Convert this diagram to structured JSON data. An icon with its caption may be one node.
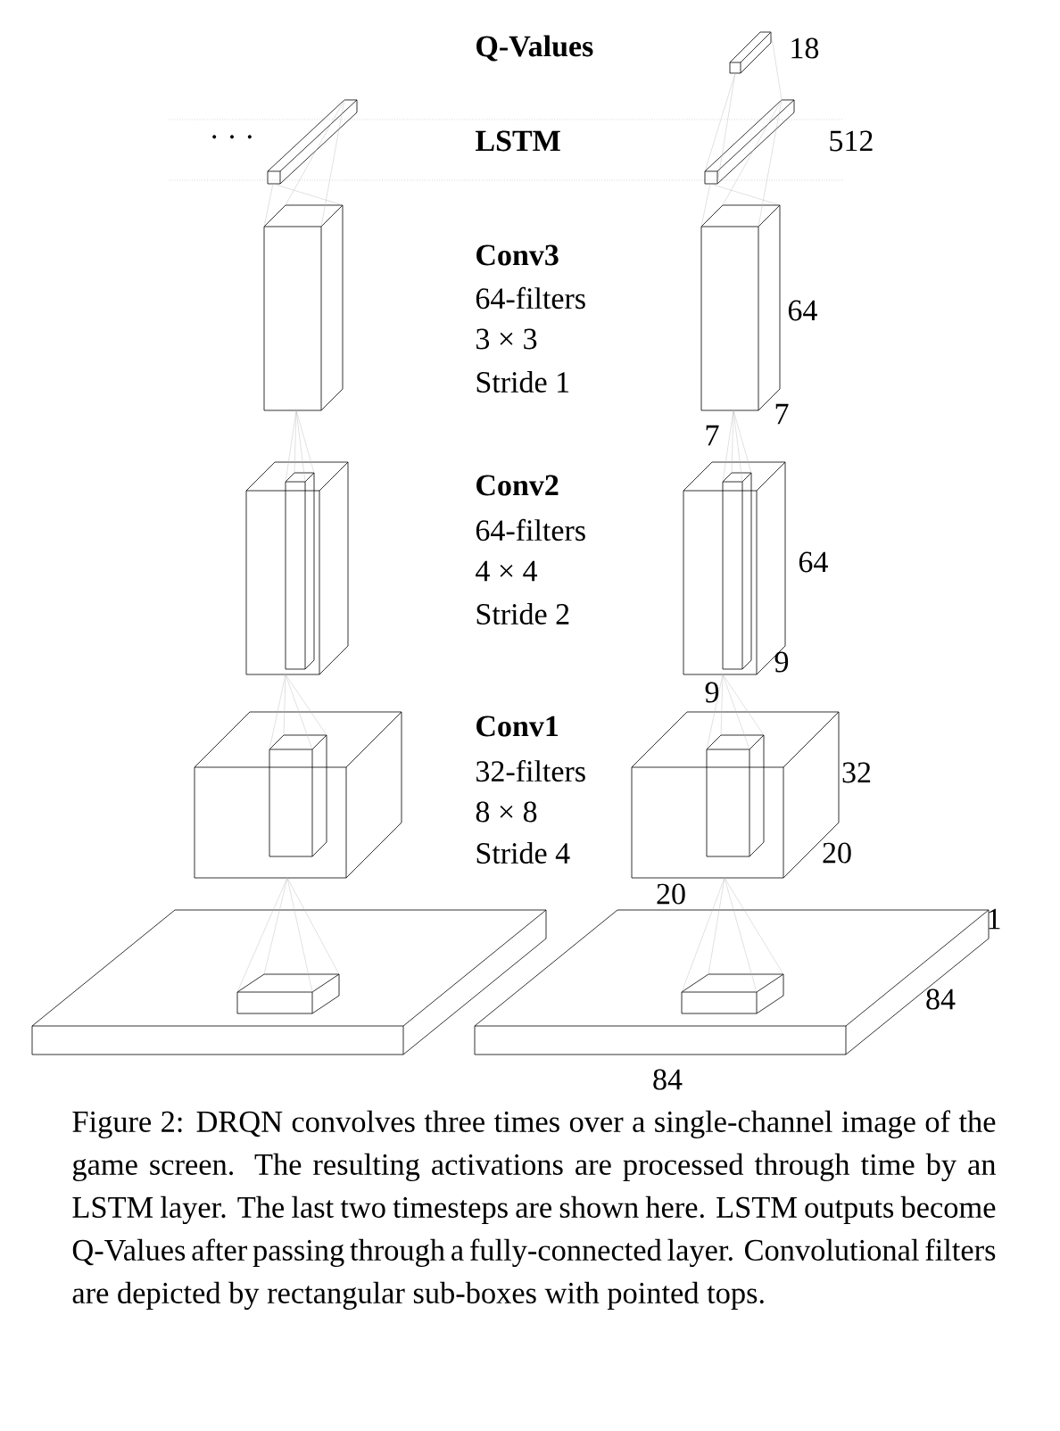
{
  "diagram": {
    "caption": "Figure 2: DRQN convolves three times over a single-channel image of the game screen. The resulting activations are processed through time by an LSTM layer. The last two timesteps are shown here. LSTM outputs become Q-Values after passing through a fully-connected layer. Convolutional filters are depicted by rectangular sub-boxes with pointed tops.",
    "labels": [
      "Q-Values",
      "18",
      "· · ·",
      "LSTM",
      "512",
      "Conv3",
      "64-filters",
      "3 × 3",
      "Stride 1",
      "64",
      "7",
      "7",
      "Conv2",
      "64-filters",
      "4 × 4",
      "Stride 2",
      "64",
      "9",
      "9",
      "Conv1",
      "32-filters",
      "8 × 8",
      "Stride 4",
      "32",
      "20",
      "20",
      "1",
      "84",
      "84"
    ]
  }
}
